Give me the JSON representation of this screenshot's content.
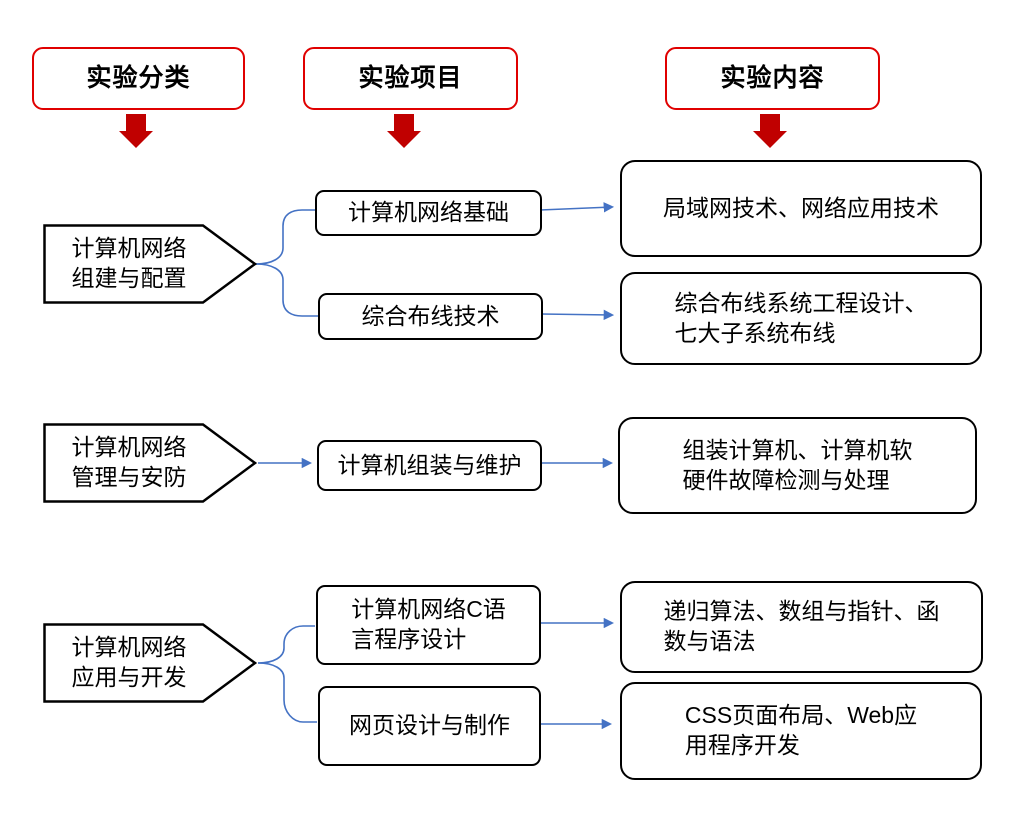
{
  "colors": {
    "red_border": "#e00000",
    "red_arrow": "#c00000",
    "blue": "#4472c4",
    "box_border": "#000000"
  },
  "headers": [
    {
      "label": "实验分类"
    },
    {
      "label": "实验项目"
    },
    {
      "label": "实验内容"
    }
  ],
  "categories": [
    {
      "label": "计算机网络\n组建与配置"
    },
    {
      "label": "计算机网络\n管理与安防"
    },
    {
      "label": "计算机网络\n应用与开发"
    }
  ],
  "projects": [
    {
      "label": "计算机网络基础"
    },
    {
      "label": "综合布线技术"
    },
    {
      "label": "计算机组装与维护"
    },
    {
      "label": "计算机网络C语\n言程序设计"
    },
    {
      "label": "网页设计与制作"
    }
  ],
  "contents": [
    {
      "label": "局域网技术、网络应用技术"
    },
    {
      "label": "综合布线系统工程设计、\n七大子系统布线"
    },
    {
      "label": "组装计算机、计算机软\n硬件故障检测与处理"
    },
    {
      "label": "递归算法、数组与指针、函\n数与语法"
    },
    {
      "label": "CSS页面布局、Web应\n用程序开发"
    }
  ]
}
